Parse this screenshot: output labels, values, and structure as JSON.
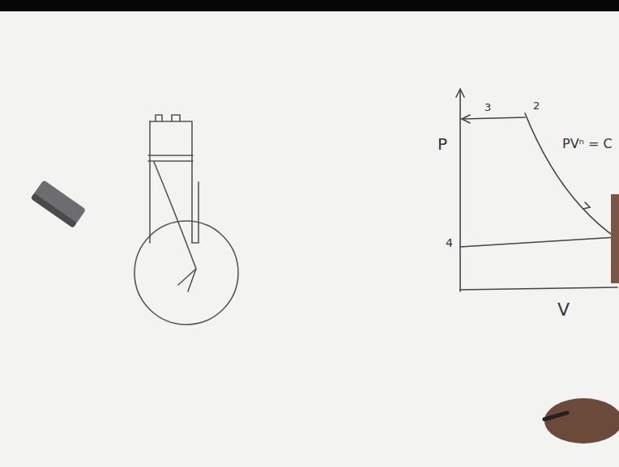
{
  "diagram": {
    "labels": [
      "P",
      "V",
      "3",
      "2",
      "4",
      "PVⁿ = C"
    ]
  }
}
